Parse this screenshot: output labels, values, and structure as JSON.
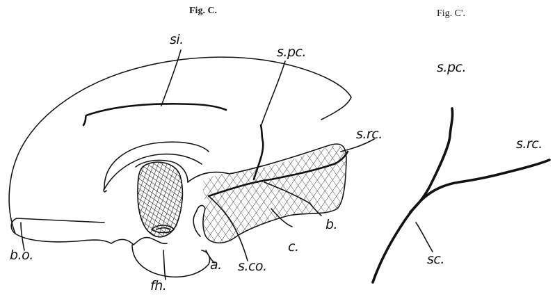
{
  "figures": {
    "left_title": "Fig. C.",
    "right_title": "Fig. C'."
  },
  "labels": {
    "si": "si.",
    "spc": "s.pc.",
    "src": "s.rc.",
    "bo": "b.o.",
    "b": "b.",
    "c": "c.",
    "sco": "s.co.",
    "a": "a.",
    "fh": "fh.",
    "spc2": "s.pc.",
    "src2": "s.rc.",
    "sc": "sc."
  }
}
